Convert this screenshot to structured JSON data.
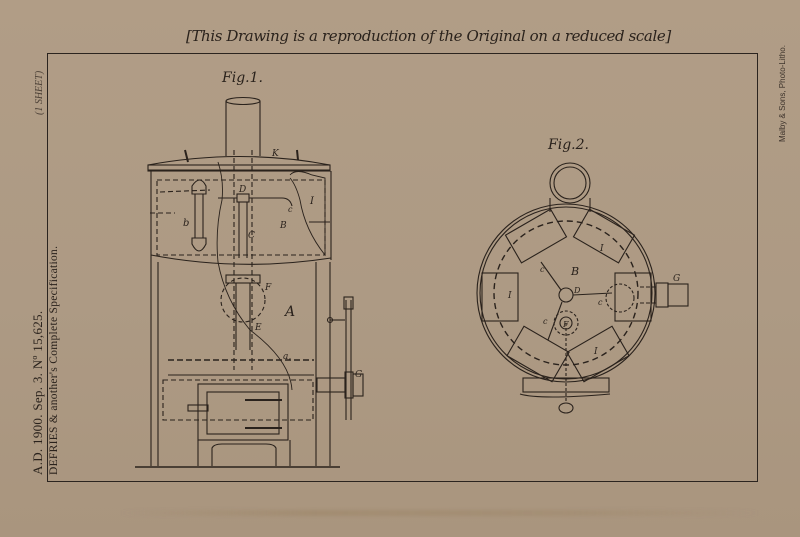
{
  "document": {
    "header_caption": "[This Drawing is a reproduction of the Original on a reduced scale]",
    "side_title_line1": "A.D. 1900. Sep. 3. Nº 15,625.",
    "side_title_line2": "DEFRIES & another's Complete Specification.",
    "sheet_note": "(1 SHEET)",
    "printer_note": "Malby & Sons, Photo-Litho."
  },
  "figures": [
    {
      "id": "fig1",
      "caption": "Fig.1.",
      "labels": [
        "K",
        "D",
        "I",
        "b",
        "c",
        "B",
        "C",
        "F",
        "A",
        "E",
        "a₁",
        "G"
      ]
    },
    {
      "id": "fig2",
      "caption": "Fig.2.",
      "labels": [
        "B",
        "c",
        "D",
        "I",
        "I",
        "I",
        "c",
        "c",
        "F",
        "G"
      ]
    }
  ],
  "colors": {
    "paper": "#b09c85",
    "ink": "#2a221c"
  }
}
